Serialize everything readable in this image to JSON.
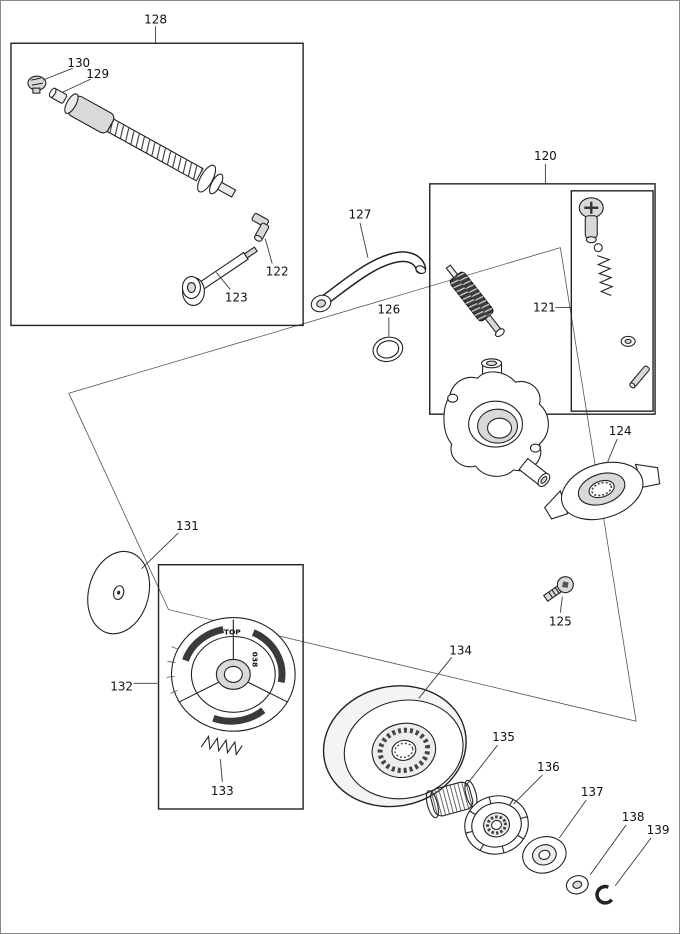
{
  "diagram": {
    "kind": "exploded-parts-diagram",
    "colors": {
      "line": "#1a1a1a",
      "shade": "#c9c9c9",
      "dark": "#3c3c3c",
      "bg": "#ffffff"
    }
  },
  "labels": {
    "l120": "120",
    "l121": "121",
    "l122": "122",
    "l123": "123",
    "l124": "124",
    "l125": "125",
    "l126": "126",
    "l127": "127",
    "l128": "128",
    "l129": "129",
    "l130": "130",
    "l131": "131",
    "l132": "132",
    "l133": "133",
    "l134": "134",
    "l135": "135",
    "l136": "136",
    "l137": "137",
    "l138": "138",
    "l139": "139"
  },
  "annotations": {
    "clutch_top": "TOP",
    "clutch_code": "038"
  }
}
